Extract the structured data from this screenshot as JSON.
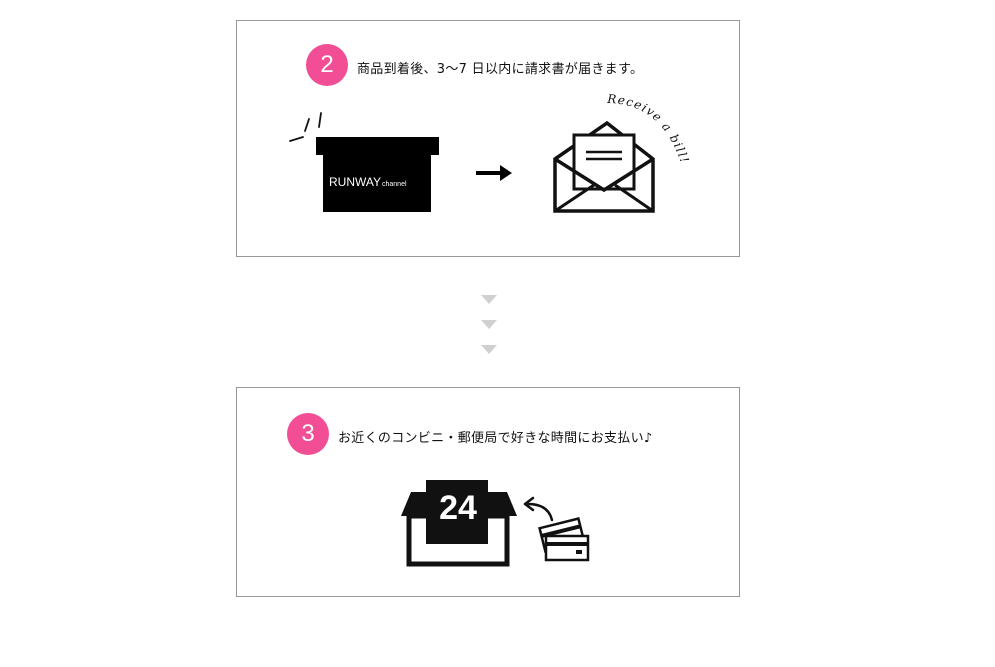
{
  "step2": {
    "number": "2",
    "text": "商品到着後、3〜7 日以内に請求書が届きます。",
    "box_label_main": "RUNWAY",
    "box_label_sub": "channel",
    "envelope_caption": "Receive a bill!"
  },
  "step3": {
    "number": "3",
    "text": "お近くのコンビニ・郵便局で好きな時間にお支払い♪",
    "store_hours": "24"
  }
}
